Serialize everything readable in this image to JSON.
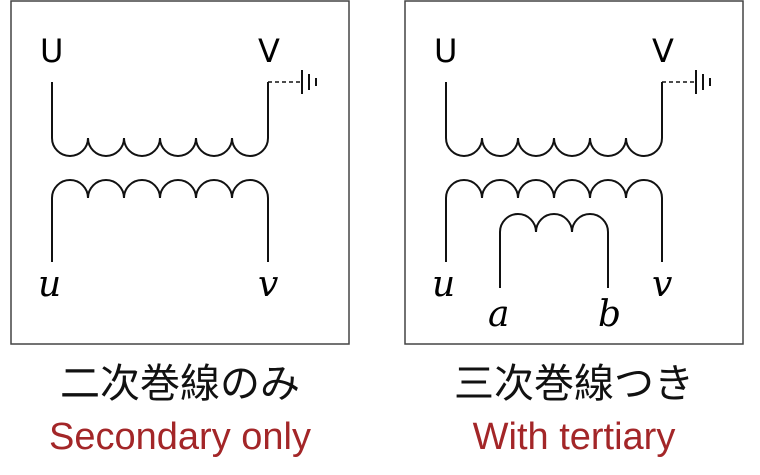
{
  "accent_color": "#a32628",
  "panels": [
    {
      "primary_terminal_left": "U",
      "primary_terminal_right": "V",
      "secondary_terminal_left": "u",
      "secondary_terminal_right": "v",
      "caption_jp": "二次巻線のみ",
      "caption_en": "Secondary only"
    },
    {
      "primary_terminal_left": "U",
      "primary_terminal_right": "V",
      "secondary_terminal_left": "u",
      "secondary_terminal_right": "v",
      "tertiary_terminal_left": "a",
      "tertiary_terminal_right": "b",
      "caption_jp": "三次巻線つき",
      "caption_en": "With tertiary"
    }
  ]
}
